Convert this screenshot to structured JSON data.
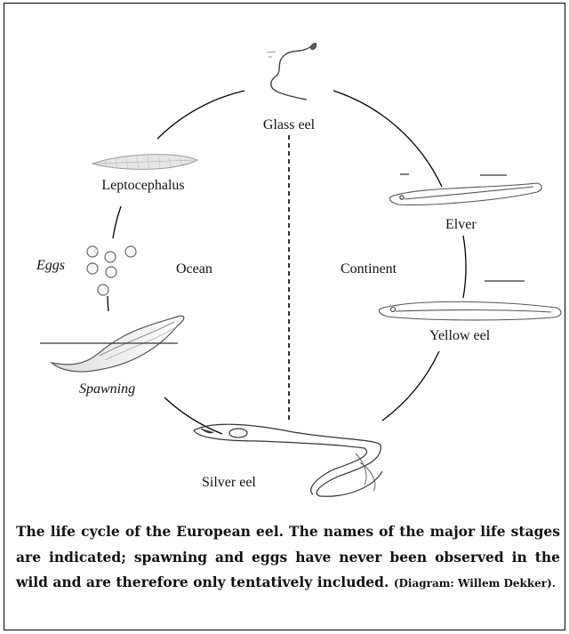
{
  "diagram": {
    "stages": {
      "glass_eel": "Glass eel",
      "elver": "Elver",
      "yellow_eel": "Yellow eel",
      "silver_eel": "Silver eel",
      "spawning": "Spawning",
      "eggs": "Eggs",
      "leptocephalus": "Leptocephalus"
    },
    "regions": {
      "ocean": "Ocean",
      "continent": "Continent"
    },
    "icons": [
      "glass-eel",
      "leptocephalus",
      "eggs",
      "spawning-eel",
      "elver",
      "yellow-eel",
      "silver-eel"
    ]
  },
  "caption": {
    "text": "The life cycle of the European eel. The names of the major life stages are indicated; spawning and eggs have never been observed in the wild and are therefore only tentatively included.",
    "credit": "(Diagram: Willem Dekker)."
  }
}
